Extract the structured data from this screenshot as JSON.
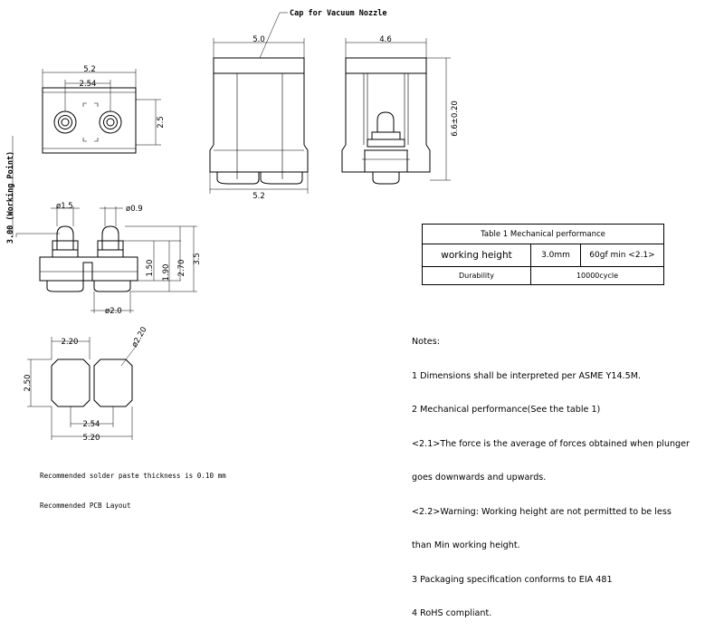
{
  "labels": {
    "cap_note": "Cap for Vacuum Nozzle",
    "working_point": "3.00 (Working Point)",
    "top_view": {
      "width": "5.2",
      "pitch": "2.54",
      "height": "2.5"
    },
    "front_view": {
      "top_width": "5.0",
      "bottom_width": "5.2"
    },
    "side_view": {
      "top_width": "4.6",
      "height": "6.6±0.20"
    },
    "detail": {
      "d1": "ø1.5",
      "d2": "ø0.9",
      "h1": "1.50",
      "h2": "1.90",
      "h3": "2.70",
      "h4": "3.5",
      "d3": "ø2.0"
    },
    "pcb": {
      "w1": "2.20",
      "h": "2.50",
      "d": "ø2.20",
      "pitch": "2.54",
      "w2": "5.20"
    }
  },
  "table": {
    "caption": "Table 1 Mechanical performance",
    "row1": {
      "name": "working height",
      "value": "3.0mm",
      "force": "60gf min <2.1>"
    },
    "row2": {
      "name": "Durability",
      "value": "10000cycle"
    }
  },
  "notes": {
    "title": "Notes:",
    "lines": [
      "1 Dimensions shall be interpreted per ASME Y14.5M.",
      "2 Mechanical performance(See the table 1)",
      "<2.1>The force is the average of forces obtained when plunger",
      "goes downwards and upwards.",
      "<2.2>Warning: Working height are not permitted to be less",
      "than Min working height.",
      "3 Packaging specification conforms to EIA 481",
      "4 RoHS compliant."
    ]
  },
  "footer": {
    "line1": "Recommended solder paste thickness is 0.10 mm",
    "line2": "Recommended PCB Layout"
  }
}
